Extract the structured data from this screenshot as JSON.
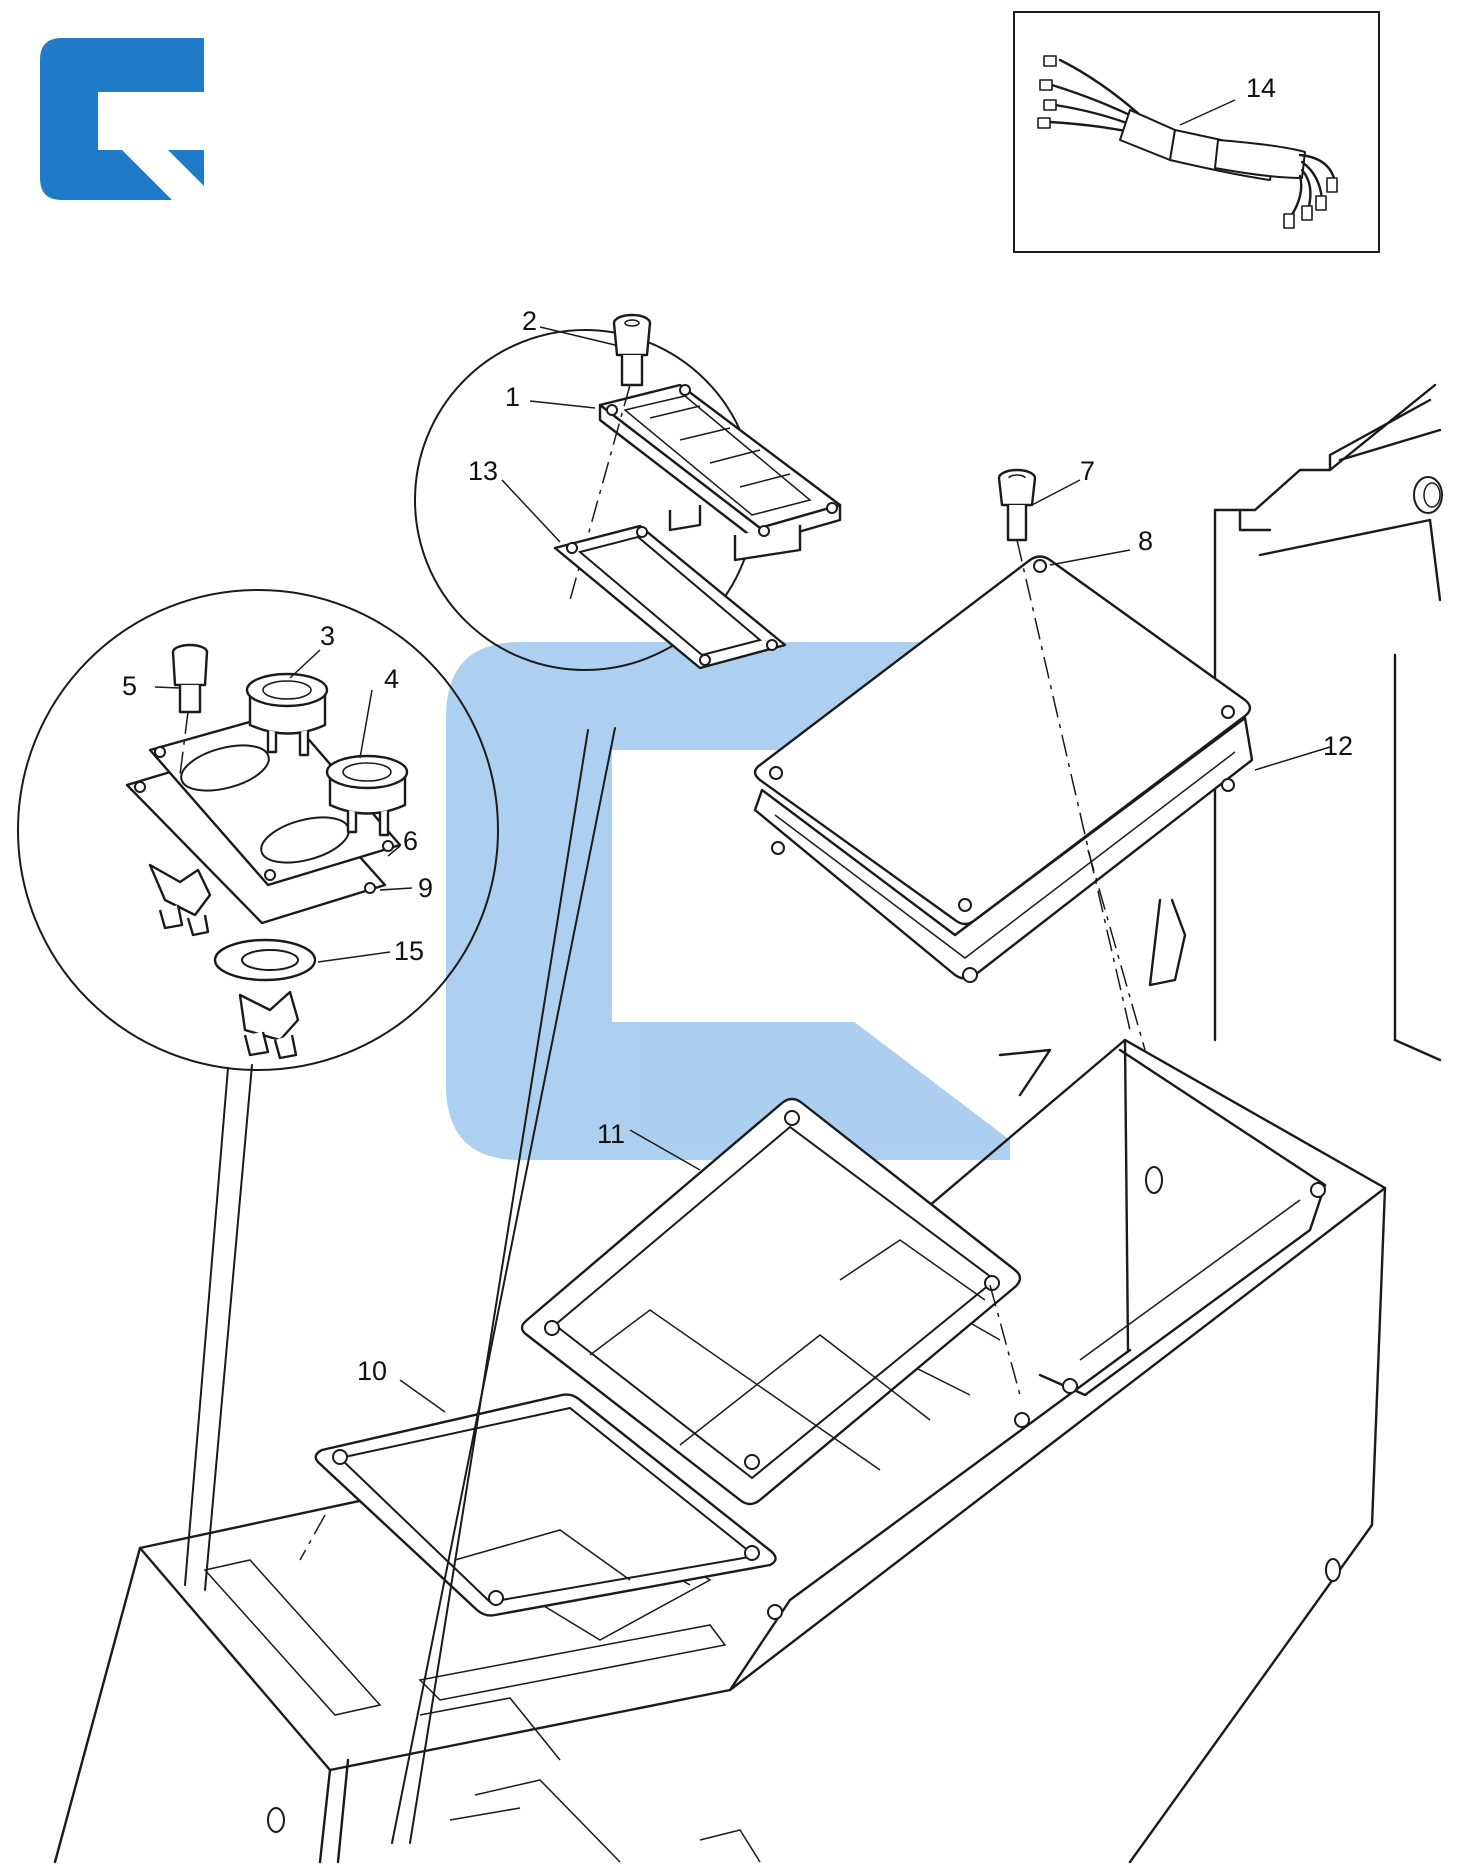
{
  "colors": {
    "logo": "#1f7ac8",
    "watermark": "#a9cdef",
    "ink": "#1a1a1a"
  },
  "logo": {
    "icon": "g-logo-icon"
  },
  "watermark": {
    "icon": "g-watermark-icon"
  },
  "callouts": [
    {
      "id": "1",
      "label": "1"
    },
    {
      "id": "2",
      "label": "2"
    },
    {
      "id": "3",
      "label": "3"
    },
    {
      "id": "4",
      "label": "4"
    },
    {
      "id": "5",
      "label": "5"
    },
    {
      "id": "6",
      "label": "6"
    },
    {
      "id": "7",
      "label": "7"
    },
    {
      "id": "8",
      "label": "8"
    },
    {
      "id": "9",
      "label": "9"
    },
    {
      "id": "10",
      "label": "10"
    },
    {
      "id": "11",
      "label": "11"
    },
    {
      "id": "12",
      "label": "12"
    },
    {
      "id": "13",
      "label": "13"
    },
    {
      "id": "14",
      "label": "14"
    },
    {
      "id": "15",
      "label": "15"
    }
  ]
}
